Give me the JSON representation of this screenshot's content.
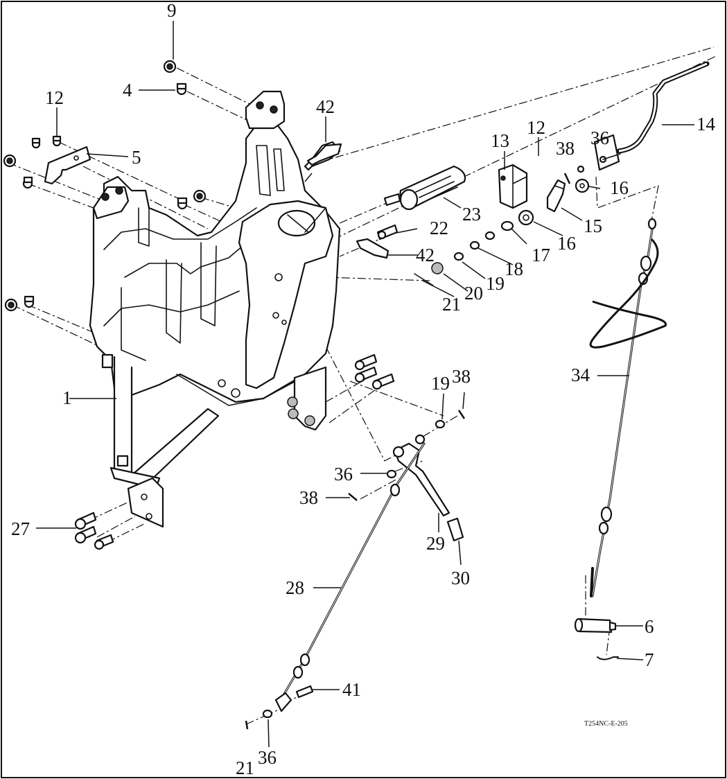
{
  "drawing_code": "T254NC-E-205",
  "callouts": {
    "c1": "1",
    "c4": "4",
    "c5": "5",
    "c6": "6",
    "c7": "7",
    "c9": "9",
    "c12a": "12",
    "c12b": "12",
    "c13": "13",
    "c14": "14",
    "c15": "15",
    "c16a": "16",
    "c16b": "16",
    "c17": "17",
    "c18": "18",
    "c19a": "19",
    "c19b": "19",
    "c20": "20",
    "c21a": "21",
    "c21b": "21",
    "c22": "22",
    "c23": "23",
    "c27": "27",
    "c28": "28",
    "c29": "29",
    "c30": "30",
    "c34": "34",
    "c36a": "36",
    "c36b": "36",
    "c36c": "36",
    "c38a": "38",
    "c38b": "38",
    "c38c": "38",
    "c41": "41",
    "c42a": "42",
    "c42b": "42"
  }
}
